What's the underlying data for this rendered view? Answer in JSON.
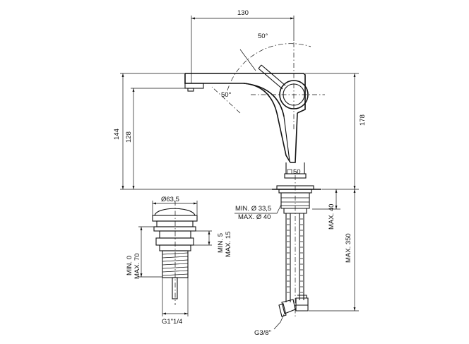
{
  "dimensions": {
    "spout_reach": "130",
    "angle_top": "50°",
    "angle_bottom": "50°",
    "height_total": "178",
    "height_spout": "144",
    "height_outlet": "128",
    "base_square": "50",
    "waste_diameter": "Ø63,5",
    "hole_min": "MIN. Ø 33,5",
    "hole_max": "MAX. Ø 40",
    "deck_max": "MAX. 40",
    "hose_max": "MAX. 350",
    "flange_min": "MIN. 5",
    "flange_max": "MAX. 15",
    "waste_min": "MIN. 0",
    "waste_max": "MAX. 70",
    "waste_thread": "G1\"1/4",
    "hose_thread": "G3/8\""
  }
}
